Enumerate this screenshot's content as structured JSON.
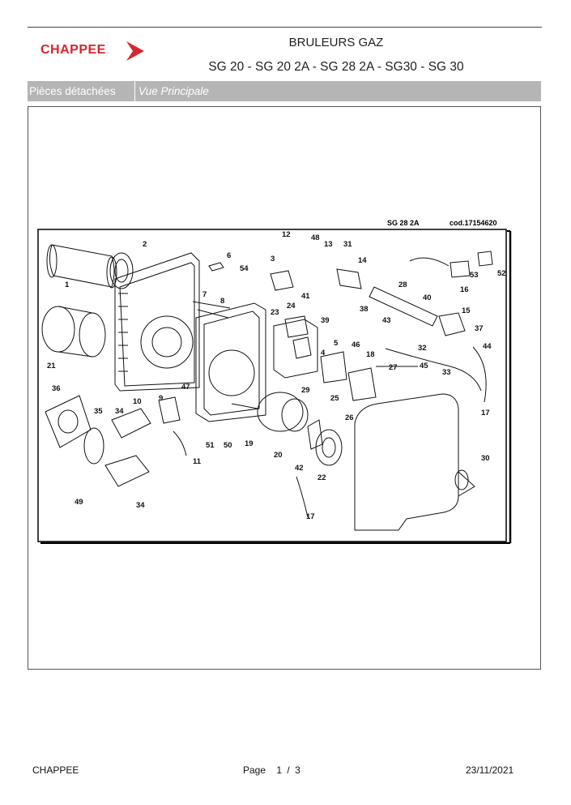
{
  "header": {
    "logo_text": "CHAPPEE",
    "title": "BRULEURS GAZ",
    "subtitle": "SG 20 - SG 20 2A - SG 28 2A - SG30 - SG 30",
    "brand_color": "#d7262d"
  },
  "section_bar": {
    "category": "Pièces détachées",
    "view": "Vue Principale"
  },
  "drawing": {
    "model": "SG 28 2A",
    "code": "cod.17154620",
    "part_labels": [
      "1",
      "2",
      "3",
      "4",
      "5",
      "6",
      "7",
      "8",
      "9",
      "10",
      "11",
      "12",
      "13",
      "14",
      "15",
      "16",
      "17",
      "17",
      "18",
      "19",
      "20",
      "21",
      "22",
      "23",
      "24",
      "25",
      "26",
      "27",
      "28",
      "29",
      "30",
      "31",
      "32",
      "33",
      "34",
      "34",
      "35",
      "36",
      "37",
      "38",
      "39",
      "40",
      "41",
      "42",
      "43",
      "44",
      "45",
      "46",
      "47",
      "48",
      "49",
      "50",
      "51",
      "52",
      "53",
      "54"
    ]
  },
  "footer": {
    "left": "CHAPPEE",
    "page_label": "Page",
    "page_current": "1",
    "page_sep": "/",
    "page_total": "3",
    "date": "23/11/2021"
  }
}
